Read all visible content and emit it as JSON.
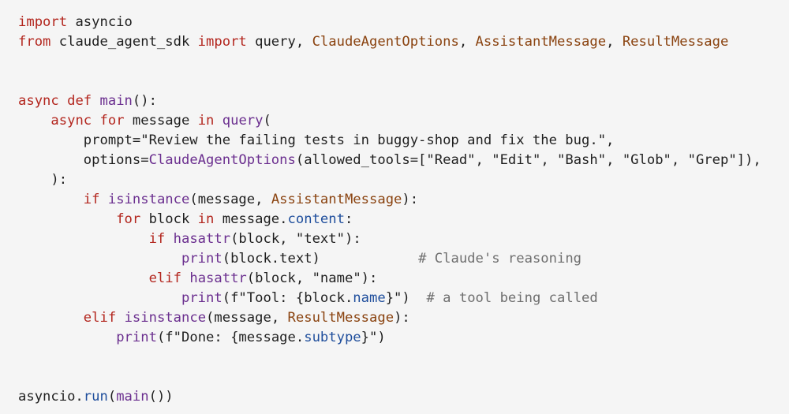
{
  "theme": {
    "background": "#f5f5f5",
    "text": "#1f1f1f",
    "keyword": "#b3261e",
    "function": "#6b2f8f",
    "builtin": "#1f4e9c",
    "class": "#8a4310",
    "comment": "#6f6f6f"
  },
  "code": {
    "language": "python",
    "lines": [
      [
        {
          "t": "import",
          "c": "kw"
        },
        {
          "t": " asyncio",
          "c": "plain"
        }
      ],
      [
        {
          "t": "from",
          "c": "kw"
        },
        {
          "t": " claude_agent_sdk ",
          "c": "plain"
        },
        {
          "t": "import",
          "c": "kw"
        },
        {
          "t": " query, ",
          "c": "plain"
        },
        {
          "t": "ClaudeAgentOptions",
          "c": "cls"
        },
        {
          "t": ", ",
          "c": "plain"
        },
        {
          "t": "AssistantMessage",
          "c": "cls"
        },
        {
          "t": ", ",
          "c": "plain"
        },
        {
          "t": "ResultMessage",
          "c": "cls"
        }
      ],
      [],
      [],
      [
        {
          "t": "async",
          "c": "kw"
        },
        {
          "t": " ",
          "c": "plain"
        },
        {
          "t": "def",
          "c": "kw"
        },
        {
          "t": " ",
          "c": "plain"
        },
        {
          "t": "main",
          "c": "fn"
        },
        {
          "t": "():",
          "c": "plain"
        }
      ],
      [
        {
          "t": "    ",
          "c": "plain"
        },
        {
          "t": "async",
          "c": "kw"
        },
        {
          "t": " ",
          "c": "plain"
        },
        {
          "t": "for",
          "c": "kw"
        },
        {
          "t": " message ",
          "c": "plain"
        },
        {
          "t": "in",
          "c": "kw"
        },
        {
          "t": " ",
          "c": "plain"
        },
        {
          "t": "query",
          "c": "fn"
        },
        {
          "t": "(",
          "c": "plain"
        }
      ],
      [
        {
          "t": "        prompt=",
          "c": "plain"
        },
        {
          "t": "\"Review the failing tests in buggy-shop and fix the bug.\"",
          "c": "str"
        },
        {
          "t": ",",
          "c": "plain"
        }
      ],
      [
        {
          "t": "        options=",
          "c": "plain"
        },
        {
          "t": "ClaudeAgentOptions",
          "c": "fn"
        },
        {
          "t": "(allowed_tools=[",
          "c": "plain"
        },
        {
          "t": "\"Read\"",
          "c": "str"
        },
        {
          "t": ", ",
          "c": "plain"
        },
        {
          "t": "\"Edit\"",
          "c": "str"
        },
        {
          "t": ", ",
          "c": "plain"
        },
        {
          "t": "\"Bash\"",
          "c": "str"
        },
        {
          "t": ", ",
          "c": "plain"
        },
        {
          "t": "\"Glob\"",
          "c": "str"
        },
        {
          "t": ", ",
          "c": "plain"
        },
        {
          "t": "\"Grep\"",
          "c": "str"
        },
        {
          "t": "]),",
          "c": "plain"
        }
      ],
      [
        {
          "t": "    ):",
          "c": "plain"
        }
      ],
      [
        {
          "t": "        ",
          "c": "plain"
        },
        {
          "t": "if",
          "c": "kw"
        },
        {
          "t": " ",
          "c": "plain"
        },
        {
          "t": "isinstance",
          "c": "fn"
        },
        {
          "t": "(message, ",
          "c": "plain"
        },
        {
          "t": "AssistantMessage",
          "c": "cls"
        },
        {
          "t": "):",
          "c": "plain"
        }
      ],
      [
        {
          "t": "            ",
          "c": "plain"
        },
        {
          "t": "for",
          "c": "kw"
        },
        {
          "t": " block ",
          "c": "plain"
        },
        {
          "t": "in",
          "c": "kw"
        },
        {
          "t": " message.",
          "c": "plain"
        },
        {
          "t": "content",
          "c": "bi"
        },
        {
          "t": ":",
          "c": "plain"
        }
      ],
      [
        {
          "t": "                ",
          "c": "plain"
        },
        {
          "t": "if",
          "c": "kw"
        },
        {
          "t": " ",
          "c": "plain"
        },
        {
          "t": "hasattr",
          "c": "fn"
        },
        {
          "t": "(block, ",
          "c": "plain"
        },
        {
          "t": "\"text\"",
          "c": "str"
        },
        {
          "t": "):",
          "c": "plain"
        }
      ],
      [
        {
          "t": "                    ",
          "c": "plain"
        },
        {
          "t": "print",
          "c": "fn"
        },
        {
          "t": "(block.text)            ",
          "c": "plain"
        },
        {
          "t": "# Claude's reasoning",
          "c": "cmt"
        }
      ],
      [
        {
          "t": "                ",
          "c": "plain"
        },
        {
          "t": "elif",
          "c": "kw"
        },
        {
          "t": " ",
          "c": "plain"
        },
        {
          "t": "hasattr",
          "c": "fn"
        },
        {
          "t": "(block, ",
          "c": "plain"
        },
        {
          "t": "\"name\"",
          "c": "str"
        },
        {
          "t": "):",
          "c": "plain"
        }
      ],
      [
        {
          "t": "                    ",
          "c": "plain"
        },
        {
          "t": "print",
          "c": "fn"
        },
        {
          "t": "(",
          "c": "plain"
        },
        {
          "t": "f\"Tool: {block.",
          "c": "str"
        },
        {
          "t": "name",
          "c": "bi"
        },
        {
          "t": "}\"",
          "c": "str"
        },
        {
          "t": ")  ",
          "c": "plain"
        },
        {
          "t": "# a tool being called",
          "c": "cmt"
        }
      ],
      [
        {
          "t": "        ",
          "c": "plain"
        },
        {
          "t": "elif",
          "c": "kw"
        },
        {
          "t": " ",
          "c": "plain"
        },
        {
          "t": "isinstance",
          "c": "fn"
        },
        {
          "t": "(message, ",
          "c": "plain"
        },
        {
          "t": "ResultMessage",
          "c": "cls"
        },
        {
          "t": "):",
          "c": "plain"
        }
      ],
      [
        {
          "t": "            ",
          "c": "plain"
        },
        {
          "t": "print",
          "c": "fn"
        },
        {
          "t": "(",
          "c": "plain"
        },
        {
          "t": "f\"Done: {message.",
          "c": "str"
        },
        {
          "t": "subtype",
          "c": "bi"
        },
        {
          "t": "}\"",
          "c": "str"
        },
        {
          "t": ")",
          "c": "plain"
        }
      ],
      [],
      [],
      [
        {
          "t": "asyncio.",
          "c": "plain"
        },
        {
          "t": "run",
          "c": "bi"
        },
        {
          "t": "(",
          "c": "plain"
        },
        {
          "t": "main",
          "c": "fn"
        },
        {
          "t": "())",
          "c": "plain"
        }
      ]
    ]
  }
}
